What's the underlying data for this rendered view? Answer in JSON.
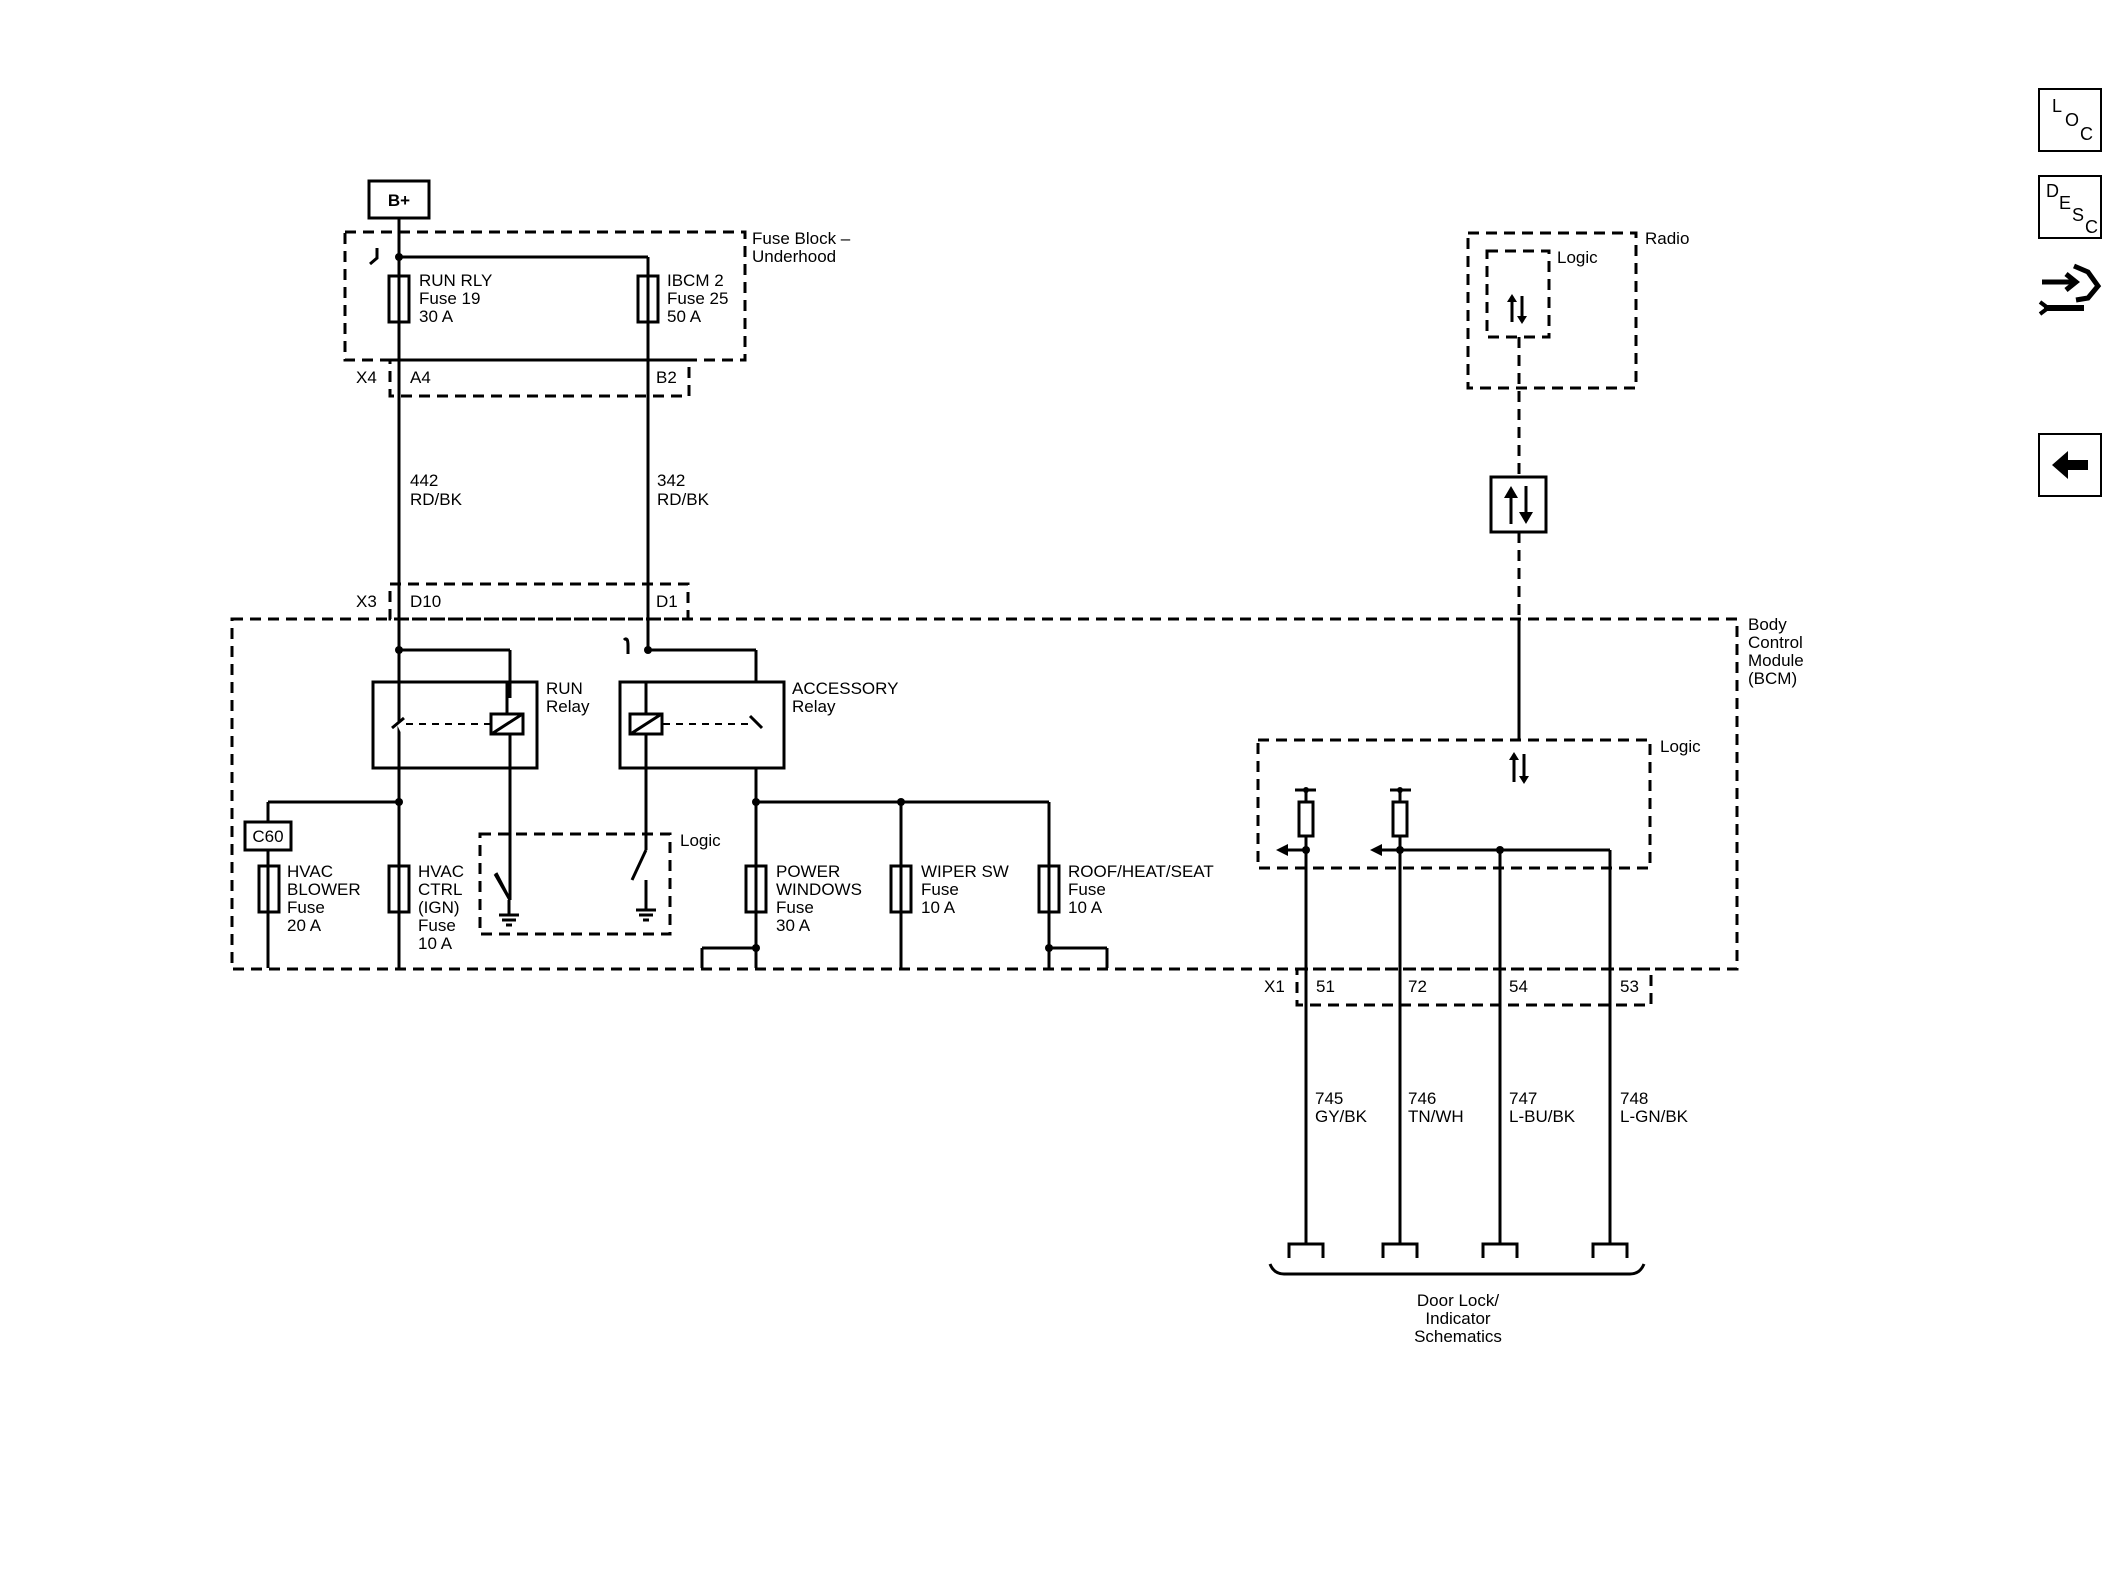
{
  "nav": {
    "loc": {
      "l1": "L",
      "l2": "O",
      "l3": "C"
    },
    "desc": {
      "l1": "D",
      "l2": "E",
      "l3": "S",
      "l4": "C"
    }
  },
  "power": {
    "label": "B+"
  },
  "fuse_block": {
    "title_line1": "Fuse Block –",
    "title_line2": "Underhood",
    "connector": "X4",
    "fuses": [
      {
        "name": "RUN RLY",
        "number": "Fuse 19",
        "rating": "30 A",
        "pin": "A4"
      },
      {
        "name": "IBCM 2",
        "number": "Fuse 25",
        "rating": "50 A",
        "pin": "B2"
      }
    ]
  },
  "wires_upper": [
    {
      "circuit": "442",
      "color": "RD/BK"
    },
    {
      "circuit": "342",
      "color": "RD/BK"
    }
  ],
  "bcm": {
    "title": [
      "Body",
      "Control",
      "Module",
      "(BCM)"
    ],
    "connector_in": "X3",
    "pins_in": [
      "D10",
      "D1"
    ],
    "relays": [
      {
        "line1": "RUN",
        "line2": "Relay"
      },
      {
        "line1": "ACCESSORY",
        "line2": "Relay"
      }
    ],
    "logic_label": "Logic",
    "splice": "C60",
    "fuses": [
      {
        "lines": [
          "HVAC",
          "BLOWER",
          "Fuse",
          "20 A"
        ]
      },
      {
        "lines": [
          "HVAC",
          "CTRL",
          "(IGN)",
          "Fuse",
          "10 A"
        ]
      },
      {
        "lines": [
          "POWER",
          "WINDOWS",
          "Fuse",
          "30 A"
        ]
      },
      {
        "lines": [
          "WIPER SW",
          "Fuse",
          "10 A"
        ]
      },
      {
        "lines": [
          "ROOF/HEAT/SEAT",
          "Fuse",
          "10 A"
        ]
      }
    ],
    "connector_out": "X1",
    "pins_out": [
      "51",
      "72",
      "54",
      "53"
    ]
  },
  "radio": {
    "title": "Radio",
    "logic_label": "Logic"
  },
  "output_wires": [
    {
      "circuit": "745",
      "color": "GY/BK"
    },
    {
      "circuit": "746",
      "color": "TN/WH"
    },
    {
      "circuit": "747",
      "color": "L-BU/BK"
    },
    {
      "circuit": "748",
      "color": "L-GN/BK"
    }
  ],
  "destination": [
    "Door Lock/",
    "Indicator",
    "Schematics"
  ]
}
